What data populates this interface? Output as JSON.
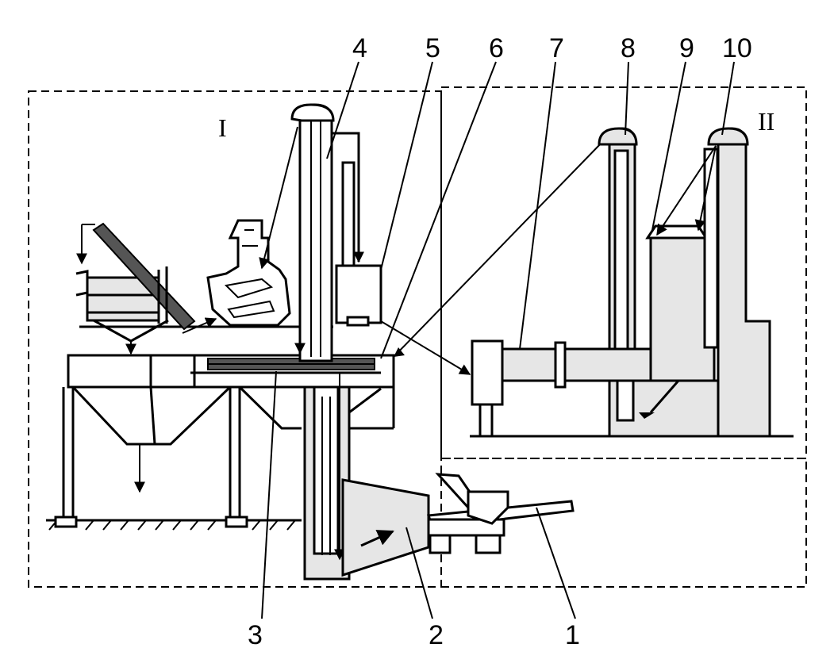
{
  "zones": {
    "zone_1": "I",
    "zone_2": "II"
  },
  "labels": {
    "l1": "1",
    "l2": "2",
    "l3": "3",
    "l4": "4",
    "l5": "5",
    "l6": "6",
    "l7": "7",
    "l8": "8",
    "l9": "9",
    "l10": "10"
  }
}
